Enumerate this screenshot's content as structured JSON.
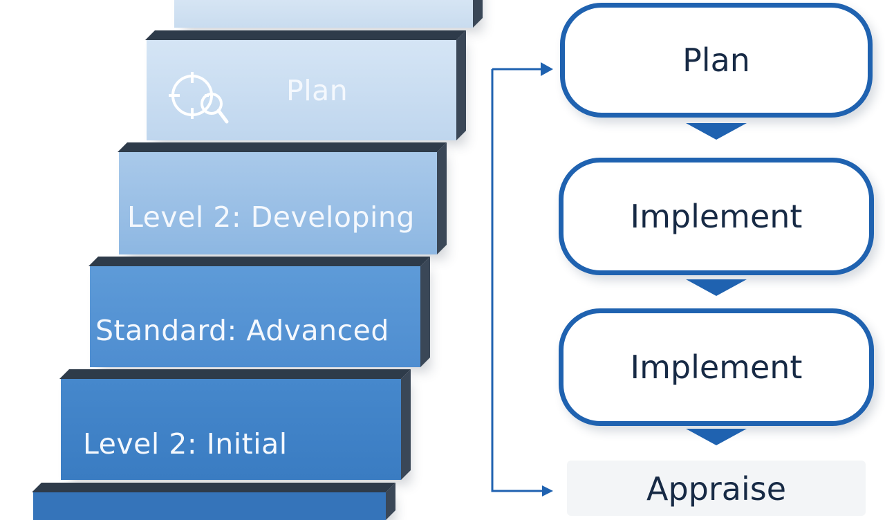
{
  "staircase": {
    "steps": [
      {
        "label": ""
      },
      {
        "label": "Plan",
        "icon": "target-search-icon"
      },
      {
        "label": "Level 2: Developing"
      },
      {
        "label": "Standard: Advanced"
      },
      {
        "label": "Level 2: Initial"
      },
      {
        "label": ""
      }
    ]
  },
  "process": {
    "boxes": [
      {
        "label": "Plan"
      },
      {
        "label": "Implement"
      },
      {
        "label": "Implement"
      }
    ],
    "partial_box": {
      "label": "Appraise"
    }
  },
  "colors": {
    "accent": "#1f62b0",
    "box_text": "#172a45",
    "step_light": "#c8dcf0",
    "step_dark": "#3a78c0"
  }
}
